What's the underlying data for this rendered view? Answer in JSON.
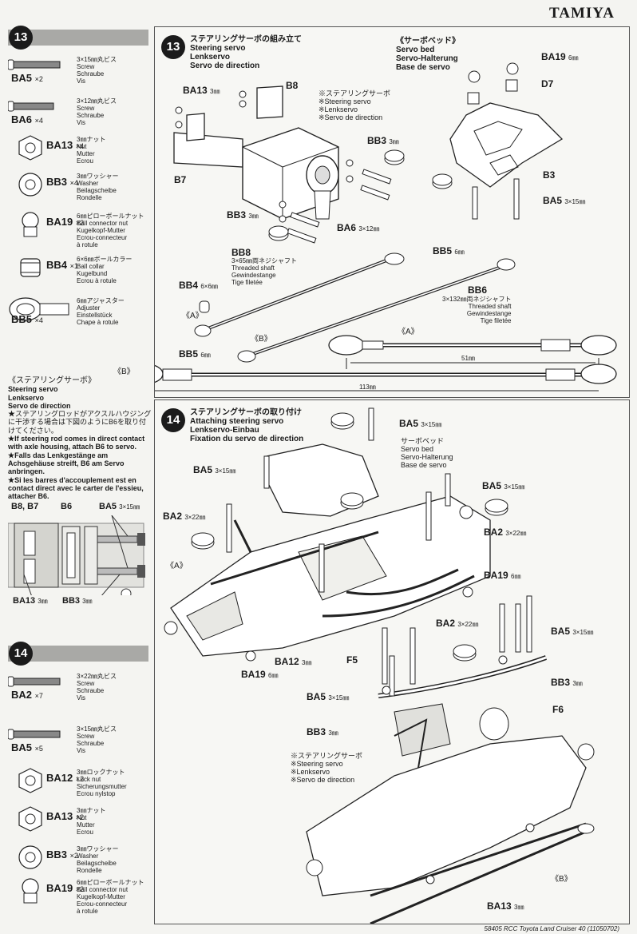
{
  "brand": "TAMIYA",
  "footer": "58405 RCC Toyota Land Cruiser 40 (11050702)",
  "left": {
    "step13_num": "13",
    "step13_parts": [
      {
        "code": "BA5",
        "qty": "×2",
        "desc": "3×15㎜丸ビス\nScrew\nSchraube\nVis"
      },
      {
        "code": "BA6",
        "qty": "×4",
        "desc": "3×12㎜丸ビス\nScrew\nSchraube\nVis"
      },
      {
        "code": "BA13",
        "qty": "×4",
        "desc": "3㎜ナット\nNut\nMutter\nEcrou"
      },
      {
        "code": "BB3",
        "qty": "×4",
        "desc": "3㎜ワッシャー\nWasher\nBeilagscheibe\nRondelle"
      },
      {
        "code": "BA19",
        "qty": "×2",
        "desc": "6㎜ピローボールナット\nBall connector nut\nKugelkopf-Mutter\nEcrou-connecteur\nà rotule"
      },
      {
        "code": "BB4",
        "qty": "×1",
        "desc": "6×6㎜ボールカラー\nBall collar\nKugelbund\nEcrou à rotule"
      },
      {
        "code": "BB5",
        "qty": "×4",
        "desc": "6㎜アジャスター\nAdjuster\nEinstellstück\nChape à rotule"
      }
    ],
    "note_title": "《ステアリングサーボ》",
    "note_sub": "Steering servo\nLenkservo\nServo de direction",
    "note_lines": [
      "★ステアリングロッドがアクスルハウジングに干渉する場合は下図のようにB6を取り付けてください。",
      "★If steering rod comes in direct contact with axle housing, attach B6 to servo.",
      "★Falls das Lenkgestänge am Achsgehäuse streift, B6 am Servo anbringen.",
      "★Si les barres d'accouplement est en contact direct avec le carter de l'essieu, attacher B6."
    ],
    "detail_labels": {
      "b8b7": "B8, B7",
      "b6": "B6",
      "ba5": "BA5",
      "ba5_size": "3×15㎜",
      "ba13": "BA13",
      "ba13_size": "3㎜",
      "bb3": "BB3",
      "bb3_size": "3㎜"
    },
    "step14_num": "14",
    "step14_parts": [
      {
        "code": "BA2",
        "qty": "×7",
        "desc": "3×22㎜丸ビス\nScrew\nSchraube\nVis"
      },
      {
        "code": "BA5",
        "qty": "×5",
        "desc": "3×15㎜丸ビス\nScrew\nSchraube\nVis"
      },
      {
        "code": "BA12",
        "qty": "×2",
        "desc": "3㎜ロックナット\nLock nut\nSicherungsmutter\nEcrou nylstop"
      },
      {
        "code": "BA13",
        "qty": "×2",
        "desc": "3㎜ナット\nNut\nMutter\nEcrou"
      },
      {
        "code": "BB3",
        "qty": "×2",
        "desc": "3㎜ワッシャー\nWasher\nBeilagscheibe\nRondelle"
      },
      {
        "code": "BA19",
        "qty": "×2",
        "desc": "6㎜ピローボールナット\nBall connector nut\nKugelkopf-Mutter\nEcrou-connecteur\nà rotule"
      }
    ]
  },
  "step13": {
    "num": "13",
    "title": "ステアリングサーボの組み立て\nSteering servo\nLenkservo\nServo de direction",
    "servo_bed": "《サーボベッド》\nServo bed\nServo-Halterung\nBase de servo",
    "servo_note": "※ステアリングサーボ\n※Steering servo\n※Lenkservo\n※Servo de direction",
    "labels": {
      "ba13": "BA13",
      "ba13s": "3㎜",
      "b8": "B8",
      "b7": "B7",
      "bb3a": "BB3",
      "bb3as": "3㎜",
      "bb3b": "BB3",
      "bb3bs": "3㎜",
      "ba6": "BA6",
      "ba6s": "3×12㎜",
      "ba19": "BA19",
      "ba19s": "6㎜",
      "d7": "D7",
      "b3": "B3",
      "ba5": "BA5",
      "ba5s": "3×15㎜",
      "bb8": "BB8",
      "bb8d": "3×65㎜両ネジシャフト\nThreaded shaft\nGewindestange\nTige filetée",
      "bb5a": "BB5",
      "bb5as": "6㎜",
      "bb4": "BB4",
      "bb4s": "6×6㎜",
      "bb5b": "BB5",
      "bb5bs": "6㎜",
      "bb6": "BB6",
      "bb6d": "3×132㎜両ネジシャフト\nThreaded shaft\nGewindestange\nTige filetée",
      "a": "《A》",
      "a2": "《A》",
      "b": "《B》",
      "b2": "《B》",
      "dim51": "51㎜",
      "dim113": "113㎜"
    }
  },
  "step14": {
    "num": "14",
    "title": "ステアリングサーボの取り付け\nAttaching steering servo\nLenkservo-Einbau\nFixation du servo de direction",
    "servo_bed": "サーボベッド\nServo bed\nServo-Halterung\nBase de servo",
    "servo_note": "※ステアリングサーボ\n※Steering servo\n※Lenkservo\n※Servo de direction",
    "labels": {
      "ba5a": "BA5",
      "ba5as": "3×15㎜",
      "ba5b": "BA5",
      "ba5bs": "3×15㎜",
      "ba5c": "BA5",
      "ba5cs": "3×15㎜",
      "ba2a": "BA2",
      "ba2as": "3×22㎜",
      "ba2b": "BA2",
      "ba2bs": "3×22㎜",
      "ba2c": "BA2",
      "ba2cs": "3×22㎜",
      "ba5d": "BA5",
      "ba5ds": "3×15㎜",
      "ba5e": "BA5",
      "ba5es": "3×15㎜",
      "ba19a": "BA19",
      "ba19as": "6㎜",
      "ba19b": "BA19",
      "ba19bs": "6㎜",
      "ba12": "BA12",
      "ba12s": "3㎜",
      "f5": "F5",
      "f6": "F6",
      "bb3a": "BB3",
      "bb3as": "3㎜",
      "bb3b": "BB3",
      "bb3bs": "3㎜",
      "ba13": "BA13",
      "ba13s": "3㎜",
      "a": "《A》",
      "b": "《B》"
    }
  }
}
